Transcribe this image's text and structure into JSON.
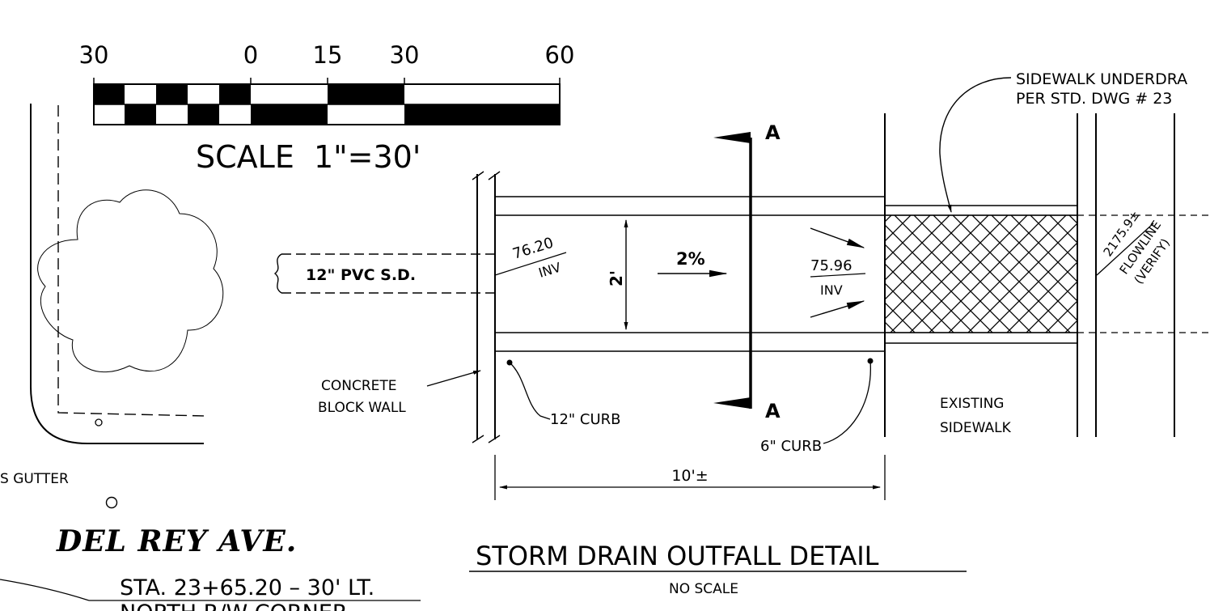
{
  "scale_bar": {
    "tick_labels": [
      "30",
      "0",
      "15",
      "30",
      "60"
    ],
    "caption": "SCALE  1\"=30'"
  },
  "labels": {
    "pipe": "12\" PVC S.D.",
    "inv_left_value": "76.20",
    "inv_left_suffix": "INV",
    "inv_right_value": "75.96",
    "inv_right_suffix": "INV",
    "slope": "2%",
    "width_dim": "2'",
    "section_mark_top": "A",
    "section_mark_bottom": "A",
    "wall_line1": "CONCRETE",
    "wall_line2": "BLOCK WALL",
    "curb_12": "12\" CURB",
    "curb_6": "6\" CURB",
    "length_dim": "10'±",
    "existing_line1": "EXISTING",
    "existing_line2": "SIDEWALK",
    "underdrain_line1": "SIDEWALK UNDERDRA",
    "underdrain_line2": "PER STD. DWG # 23",
    "flowline_value": "2175.9±",
    "flowline_line1": "FLOWLINE",
    "flowline_line2": "(VERIFY)",
    "gutter": "S GUTTER",
    "street": "DEL REY AVE.",
    "station": "STA. 23+65.20 – 30' LT.",
    "corner": "NORTH R/W CORNER"
  },
  "title": {
    "main": "STORM DRAIN OUTFALL DETAIL",
    "sub": "NO SCALE"
  }
}
